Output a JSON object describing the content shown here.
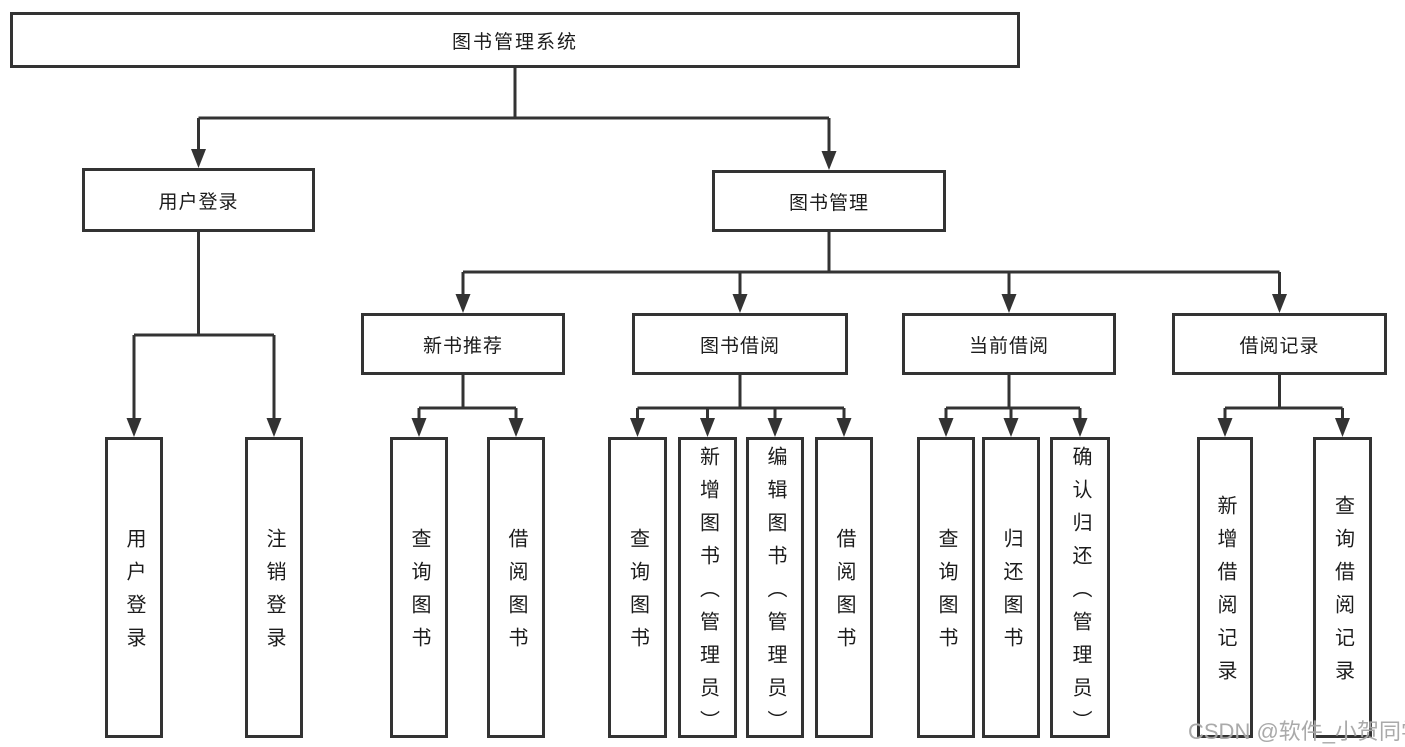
{
  "tree": {
    "root": "图书管理系统",
    "branches": [
      {
        "label": "用户登录",
        "children": [
          "用户登录",
          "注销登录"
        ]
      },
      {
        "label": "图书管理",
        "sections": [
          {
            "label": "新书推荐",
            "children": [
              "查询图书",
              "借阅图书"
            ]
          },
          {
            "label": "图书借阅",
            "children": [
              "查询图书",
              "新增图书（管理员）",
              "编辑图书（管理员）",
              "借阅图书"
            ]
          },
          {
            "label": "当前借阅",
            "children": [
              "查询图书",
              "归还图书",
              "确认归还（管理员）"
            ]
          },
          {
            "label": "借阅记录",
            "children": [
              "新增借阅记录",
              "查询借阅记录"
            ]
          }
        ]
      }
    ]
  },
  "watermark": {
    "text": "CSDN @软件_小贺同学"
  },
  "colors": {
    "line": "#333333",
    "border": "#333333",
    "background": "#ffffff",
    "text": "#1c1c1c",
    "watermark": "#a3a3a3"
  }
}
